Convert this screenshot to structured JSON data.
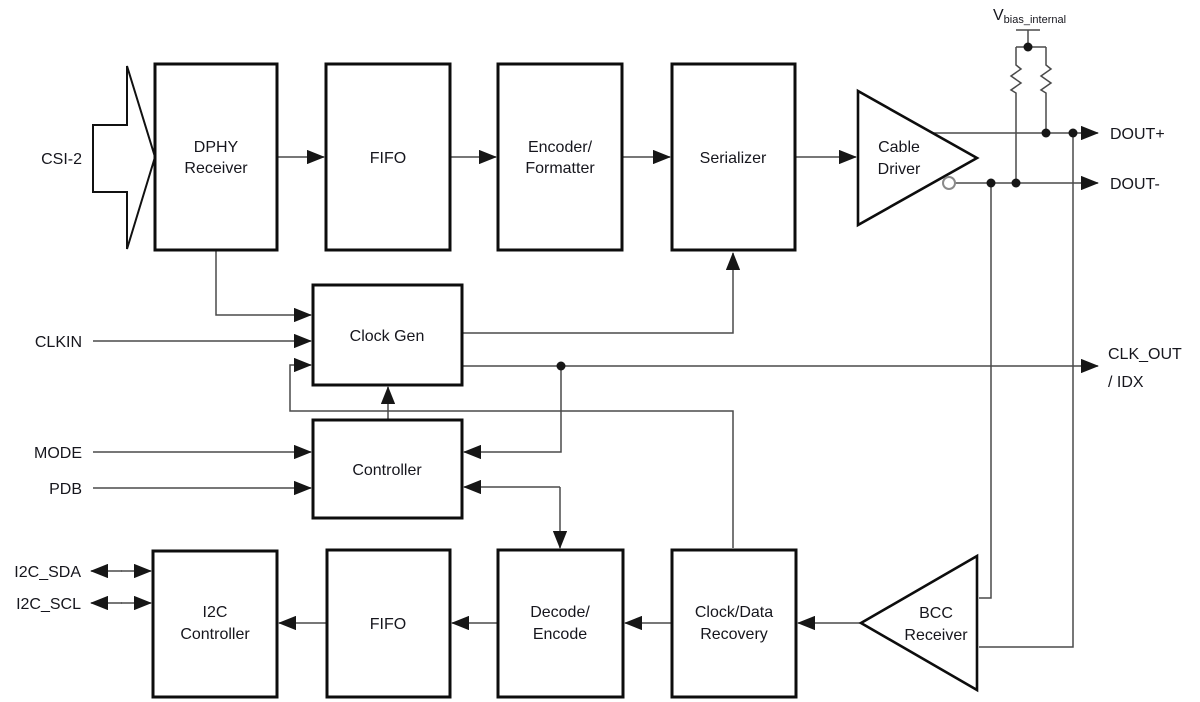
{
  "diagram": {
    "blocks": {
      "dphy": {
        "line1": "DPHY",
        "line2": "Receiver"
      },
      "fifo_top": {
        "label": "FIFO"
      },
      "encoder": {
        "line1": "Encoder/",
        "line2": "Formatter"
      },
      "serializer": {
        "label": "Serializer"
      },
      "cable_driver": {
        "line1": "Cable",
        "line2": "Driver"
      },
      "clock_gen": {
        "label": "Clock Gen"
      },
      "controller": {
        "label": "Controller"
      },
      "i2c_controller": {
        "line1": "I2C",
        "line2": "Controller"
      },
      "fifo_bottom": {
        "label": "FIFO"
      },
      "decode_encode": {
        "line1": "Decode/",
        "line2": "Encode"
      },
      "clock_data_recovery": {
        "line1": "Clock/Data",
        "line2": "Recovery"
      },
      "bcc_receiver": {
        "line1": "BCC",
        "line2": "Receiver"
      }
    },
    "ports": {
      "csi2": "CSI-2",
      "clkin": "CLKIN",
      "mode": "MODE",
      "pdb": "PDB",
      "i2c_sda": "I2C_SDA",
      "i2c_scl": "I2C_SCL",
      "dout_plus": "DOUT+",
      "dout_minus": "DOUT-",
      "clk_out_line1": "CLK_OUT",
      "clk_out_line2": "/ IDX",
      "vbias_prefix": "V",
      "vbias_subscript": "bias_internal"
    },
    "colors": {
      "wire": "#4a4a4a",
      "block_border": "#0d0d0d",
      "text": "#16161d",
      "arrowhead": "#161616",
      "background": "#ffffff"
    }
  }
}
